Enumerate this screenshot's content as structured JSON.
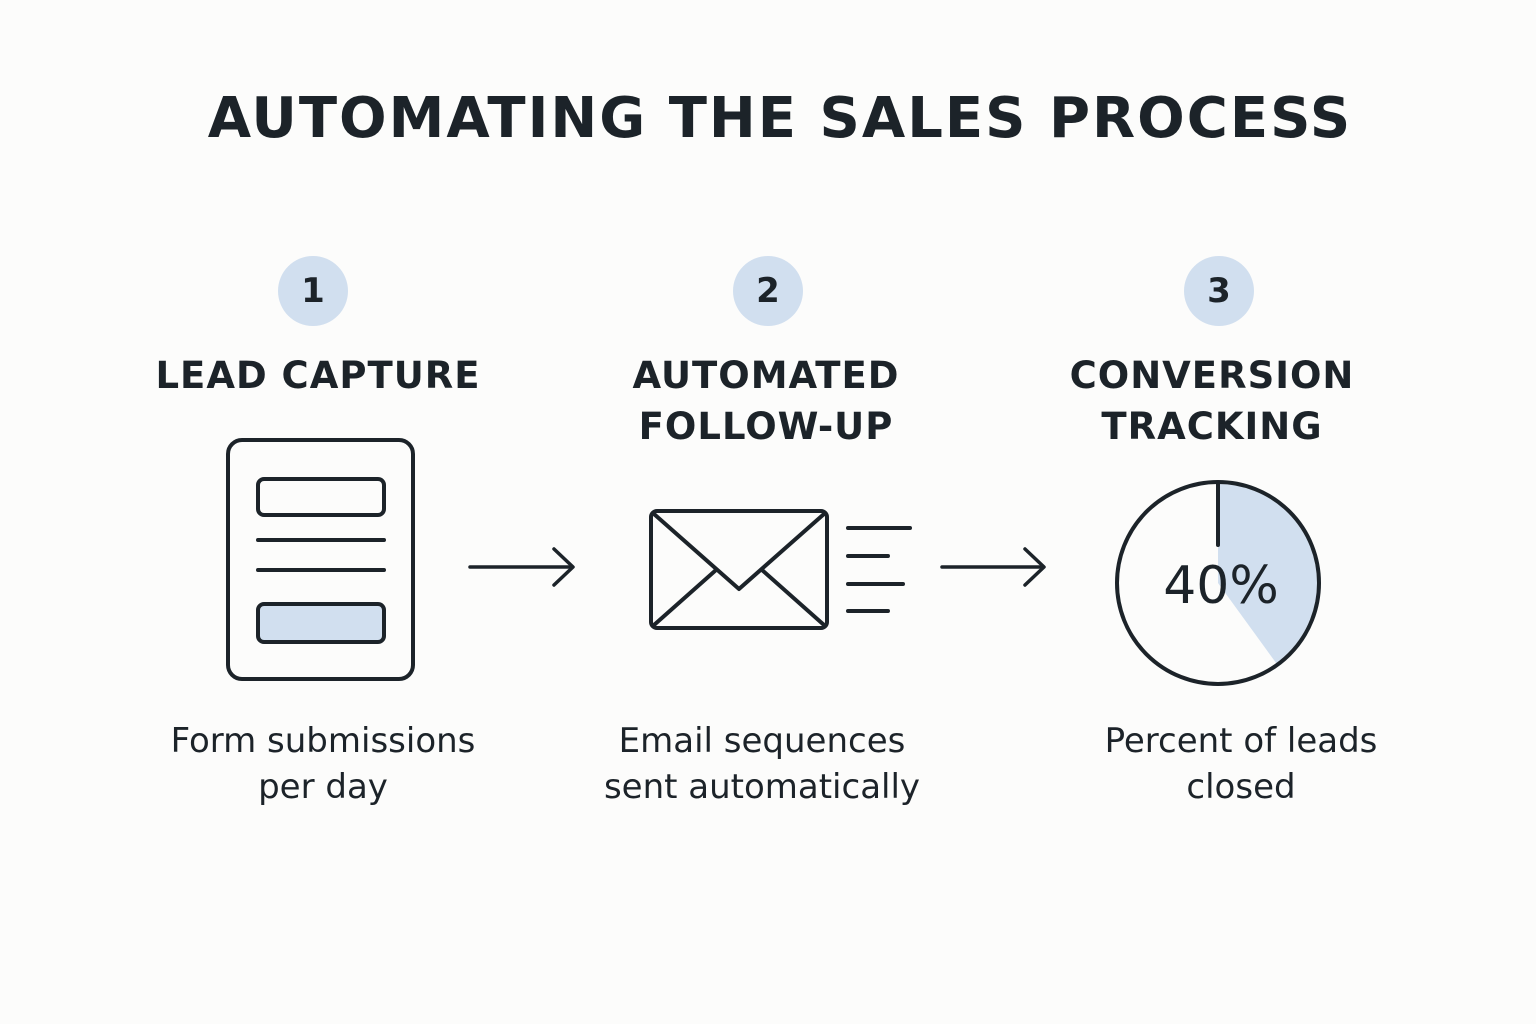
{
  "title": "AUTOMATING THE SALES PROCESS",
  "colors": {
    "ink": "#1c2329",
    "accent_fill": "#d1dfef",
    "background": "#fcfcfb"
  },
  "steps": [
    {
      "number": "1",
      "title_lines": [
        "LEAD CAPTURE"
      ],
      "icon": "form-icon",
      "description_lines": [
        "Form submissions",
        "per day"
      ]
    },
    {
      "number": "2",
      "title_lines": [
        "AUTOMATED",
        "FOLLOW-UP"
      ],
      "icon": "envelope-icon",
      "description_lines": [
        "Email sequences",
        "sent automatically"
      ]
    },
    {
      "number": "3",
      "title_lines": [
        "CONVERSION",
        "TRACKING"
      ],
      "icon": "pie-chart-icon",
      "pie_value_percent": 40,
      "pie_label": "40%",
      "description_lines": [
        "Percent of leads",
        "closed"
      ]
    }
  ],
  "connectors": [
    {
      "from": "1",
      "to": "2",
      "icon": "arrow-right-icon"
    },
    {
      "from": "2",
      "to": "3",
      "icon": "arrow-right-icon"
    }
  ]
}
